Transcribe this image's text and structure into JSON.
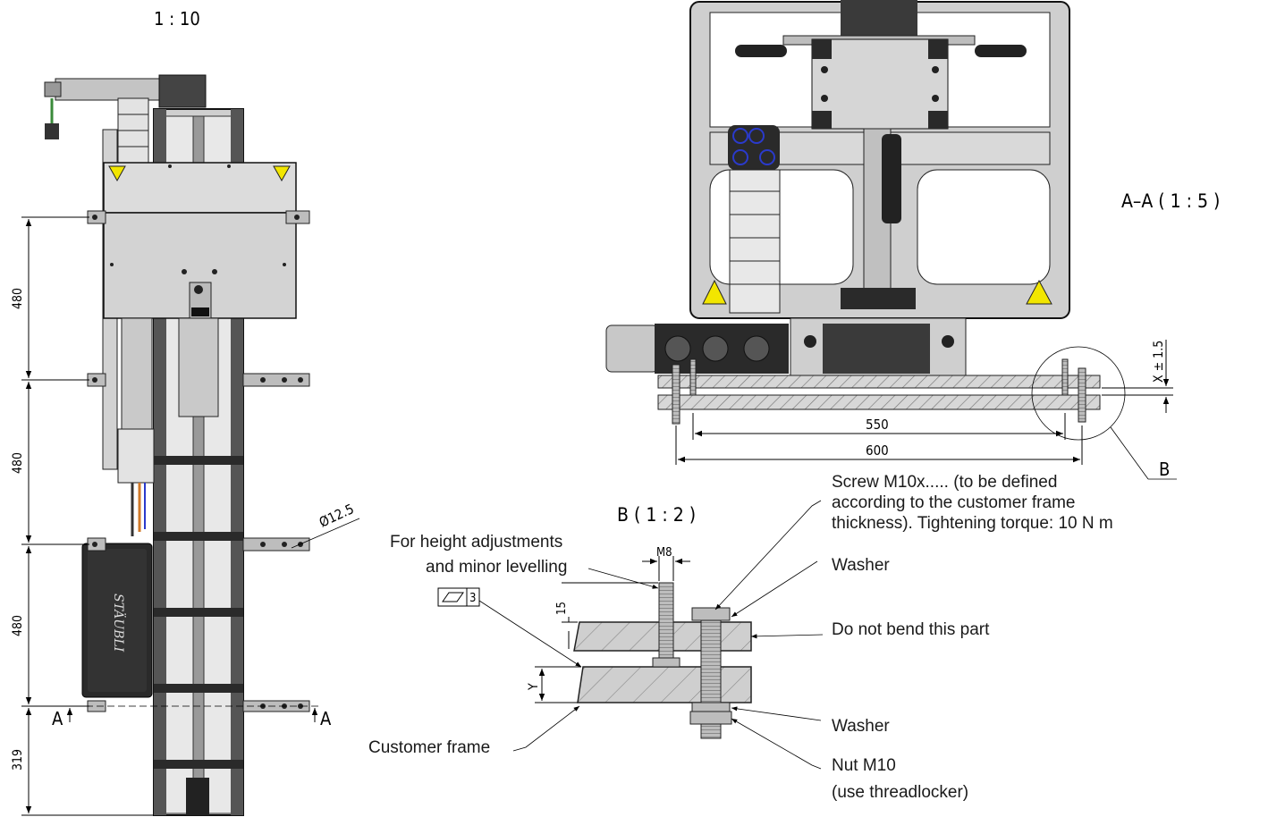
{
  "drawing": {
    "scale_main": "1 : 10",
    "section_label": "A–A ( 1 : 5 )",
    "detail_label": "B ( 1 : 2 )",
    "detail_callout": "B",
    "section_mark_left": "A",
    "section_mark_right": "A",
    "logo_text": "STÄUBLI",
    "flatness_value": "3",
    "dimensions": {
      "d1": "480",
      "d2": "480",
      "d3": "480",
      "d4": "319",
      "hole_diameter": "Ø12.5",
      "span_550": "550",
      "span_600": "600",
      "x_tol": "X ± 1.5",
      "m8": "M8",
      "h15": "15",
      "y": "Y"
    },
    "annotations": {
      "screw_line1": "Screw M10x..... (to be defined",
      "screw_line2": "according to the customer frame",
      "screw_line3": "thickness). Tightening torque: 10 N m",
      "washer_top": "Washer",
      "height_line1": "For height adjustments",
      "height_line2": "and minor levelling",
      "do_not_bend": "Do not bend this part",
      "washer_bottom": "Washer",
      "customer_frame": "Customer frame",
      "nut_line1": "Nut M10",
      "nut_line2": "(use threadlocker)"
    },
    "colors": {
      "frame_gray": "#c8c8c8",
      "dark_part": "#2a2a2a",
      "warning_yellow": "#f2e600",
      "hatch": "#777777",
      "cable_green": "#3a8a3a",
      "cable_blue": "#2a3acc"
    }
  }
}
